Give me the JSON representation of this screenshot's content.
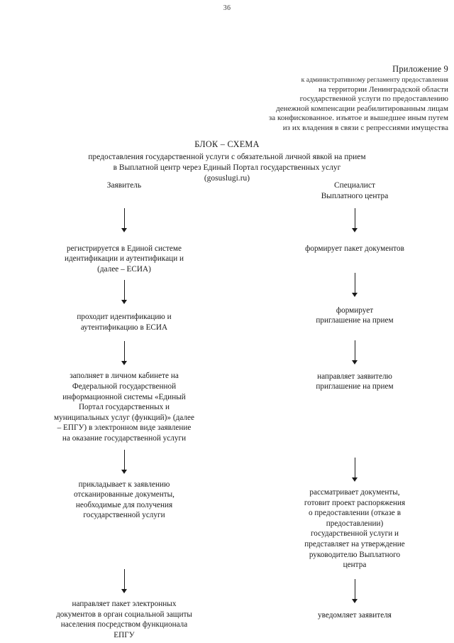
{
  "page_number": "36",
  "appendix": {
    "title": "Приложение  9",
    "lines": [
      "к  административному регламенту предоставления",
      "на территории Ленинградской области",
      "государственной услуги по  предоставлению",
      "денежной компенсации реабилитированным лицам",
      "за конфискованное. изъятое и вышедшее  иным путем",
      "из их владения в связи с репрессиями имущества"
    ]
  },
  "doc_title": {
    "main": "БЛОК – СХЕМА",
    "sub_lines": [
      "предоставления государственной услуги  с обязательной личной явкой на прием",
      "в Выплатной центр через Единый Портал государственных услуг",
      "(gosuslugi.ru)"
    ]
  },
  "columns": {
    "left": {
      "header_lines": [
        "Заявитель"
      ],
      "nodes": [
        {
          "name": "node-register-esia",
          "lines": [
            "регистрируется в Единой системе",
            "идентификации и аутентификаци и",
            "(далее – ЕСИА)"
          ]
        },
        {
          "name": "node-identify-esia",
          "lines": [
            "проходит идентификацию и",
            "аутентификацию в ЕСИА"
          ]
        },
        {
          "name": "node-fill-application",
          "lines": [
            "заполняет в личном кабинете на",
            "Федеральной государственной",
            "информационной системы «Единый",
            "Портал государственных и",
            "муниципальных услуг (функций)» (далее",
            "– ЕПГУ)  в электронном виде заявление",
            "на оказание государственной услуги"
          ]
        },
        {
          "name": "node-attach-documents",
          "lines": [
            "прикладывает  к заявлению",
            "отсканированные документы,",
            "необходимые для получения",
            "государственной услуги"
          ]
        },
        {
          "name": "node-send-documents",
          "lines": [
            "направляет пакет электронных",
            "документов в орган социальной защиты",
            "населения посредством функционала",
            "ЕПГУ"
          ]
        }
      ]
    },
    "right": {
      "header_lines": [
        "Специалист",
        "Выплатного центра"
      ],
      "nodes": [
        {
          "name": "node-form-package",
          "lines": [
            "формирует пакет документов"
          ]
        },
        {
          "name": "node-form-invitation",
          "lines": [
            "формирует",
            "приглашение на прием"
          ]
        },
        {
          "name": "node-send-invitation",
          "lines": [
            "направляет заявителю",
            "приглашение на прием"
          ]
        },
        {
          "name": "node-review-documents",
          "lines": [
            "рассматривает документы,",
            "готовит проект распоряжения",
            "о предоставлении (отказе в",
            "предоставлении)",
            "государственной услуги и",
            "представляет на утверждение",
            "руководителю Выплатного",
            "центра"
          ]
        },
        {
          "name": "node-notify-applicant",
          "lines": [
            "уведомляет заявителя"
          ]
        }
      ]
    }
  }
}
